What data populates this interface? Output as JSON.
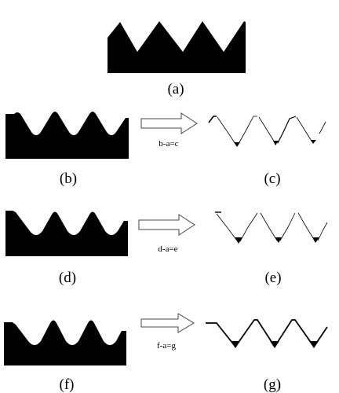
{
  "panels": {
    "a": {
      "label": "(a)"
    },
    "b": {
      "label": "(b)"
    },
    "c": {
      "label": "(c)"
    },
    "d": {
      "label": "(d)"
    },
    "e": {
      "label": "(e)"
    },
    "f": {
      "label": "(f)"
    },
    "g": {
      "label": "(g)"
    }
  },
  "equations": {
    "row1": "b-a=c",
    "row2": "d-a=e",
    "row3": "f-a=g"
  },
  "colors": {
    "profile_fill": "#000000",
    "arrow_stroke": "#444444",
    "background": "#ffffff"
  }
}
